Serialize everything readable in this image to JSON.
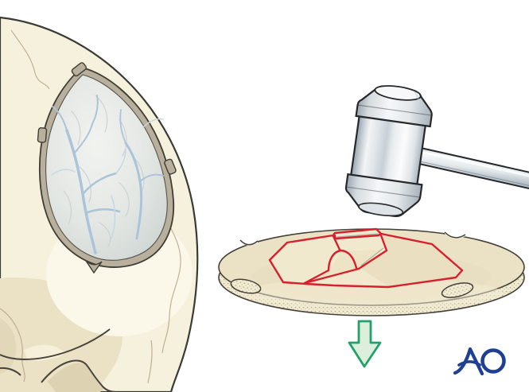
{
  "logo": {
    "text": "AO"
  },
  "scene": {
    "items": [
      {
        "name": "skull-with-craniotomy"
      },
      {
        "name": "craniotomy-rim"
      },
      {
        "name": "dura-with-vessels"
      },
      {
        "name": "surgical-mallet"
      },
      {
        "name": "fractured-bone-flap-disc"
      },
      {
        "name": "fracture-outline-red"
      },
      {
        "name": "insertion-direction-arrow"
      },
      {
        "name": "ao-logo"
      }
    ]
  },
  "colors": {
    "background": "#ffffff",
    "skull_bone": "#f6f1dd",
    "skull_shade": "#ebe1c4",
    "skull_shade_dark": "#ddd2b1",
    "skull_outline": "#3b3b36",
    "rim": "#b8af9c",
    "rim_outline": "#403d35",
    "dura_light": "#f0f2ee",
    "dura_dark": "#ccd3d2",
    "vessel": "#abc4d9",
    "vessel_faint": "#c9d7e3",
    "gyri": "#c6ccd2",
    "metal_outline": "#26282b",
    "flap_bone": "#ebe2c6",
    "flap_side": "#f2ecd4",
    "stipple_dot": "#bfb28a",
    "fracture_red": "#d7202d",
    "arrow_stroke": "#23a169",
    "arrow_fill": "#dcefdd",
    "logo_blue": "#1e3f94"
  }
}
